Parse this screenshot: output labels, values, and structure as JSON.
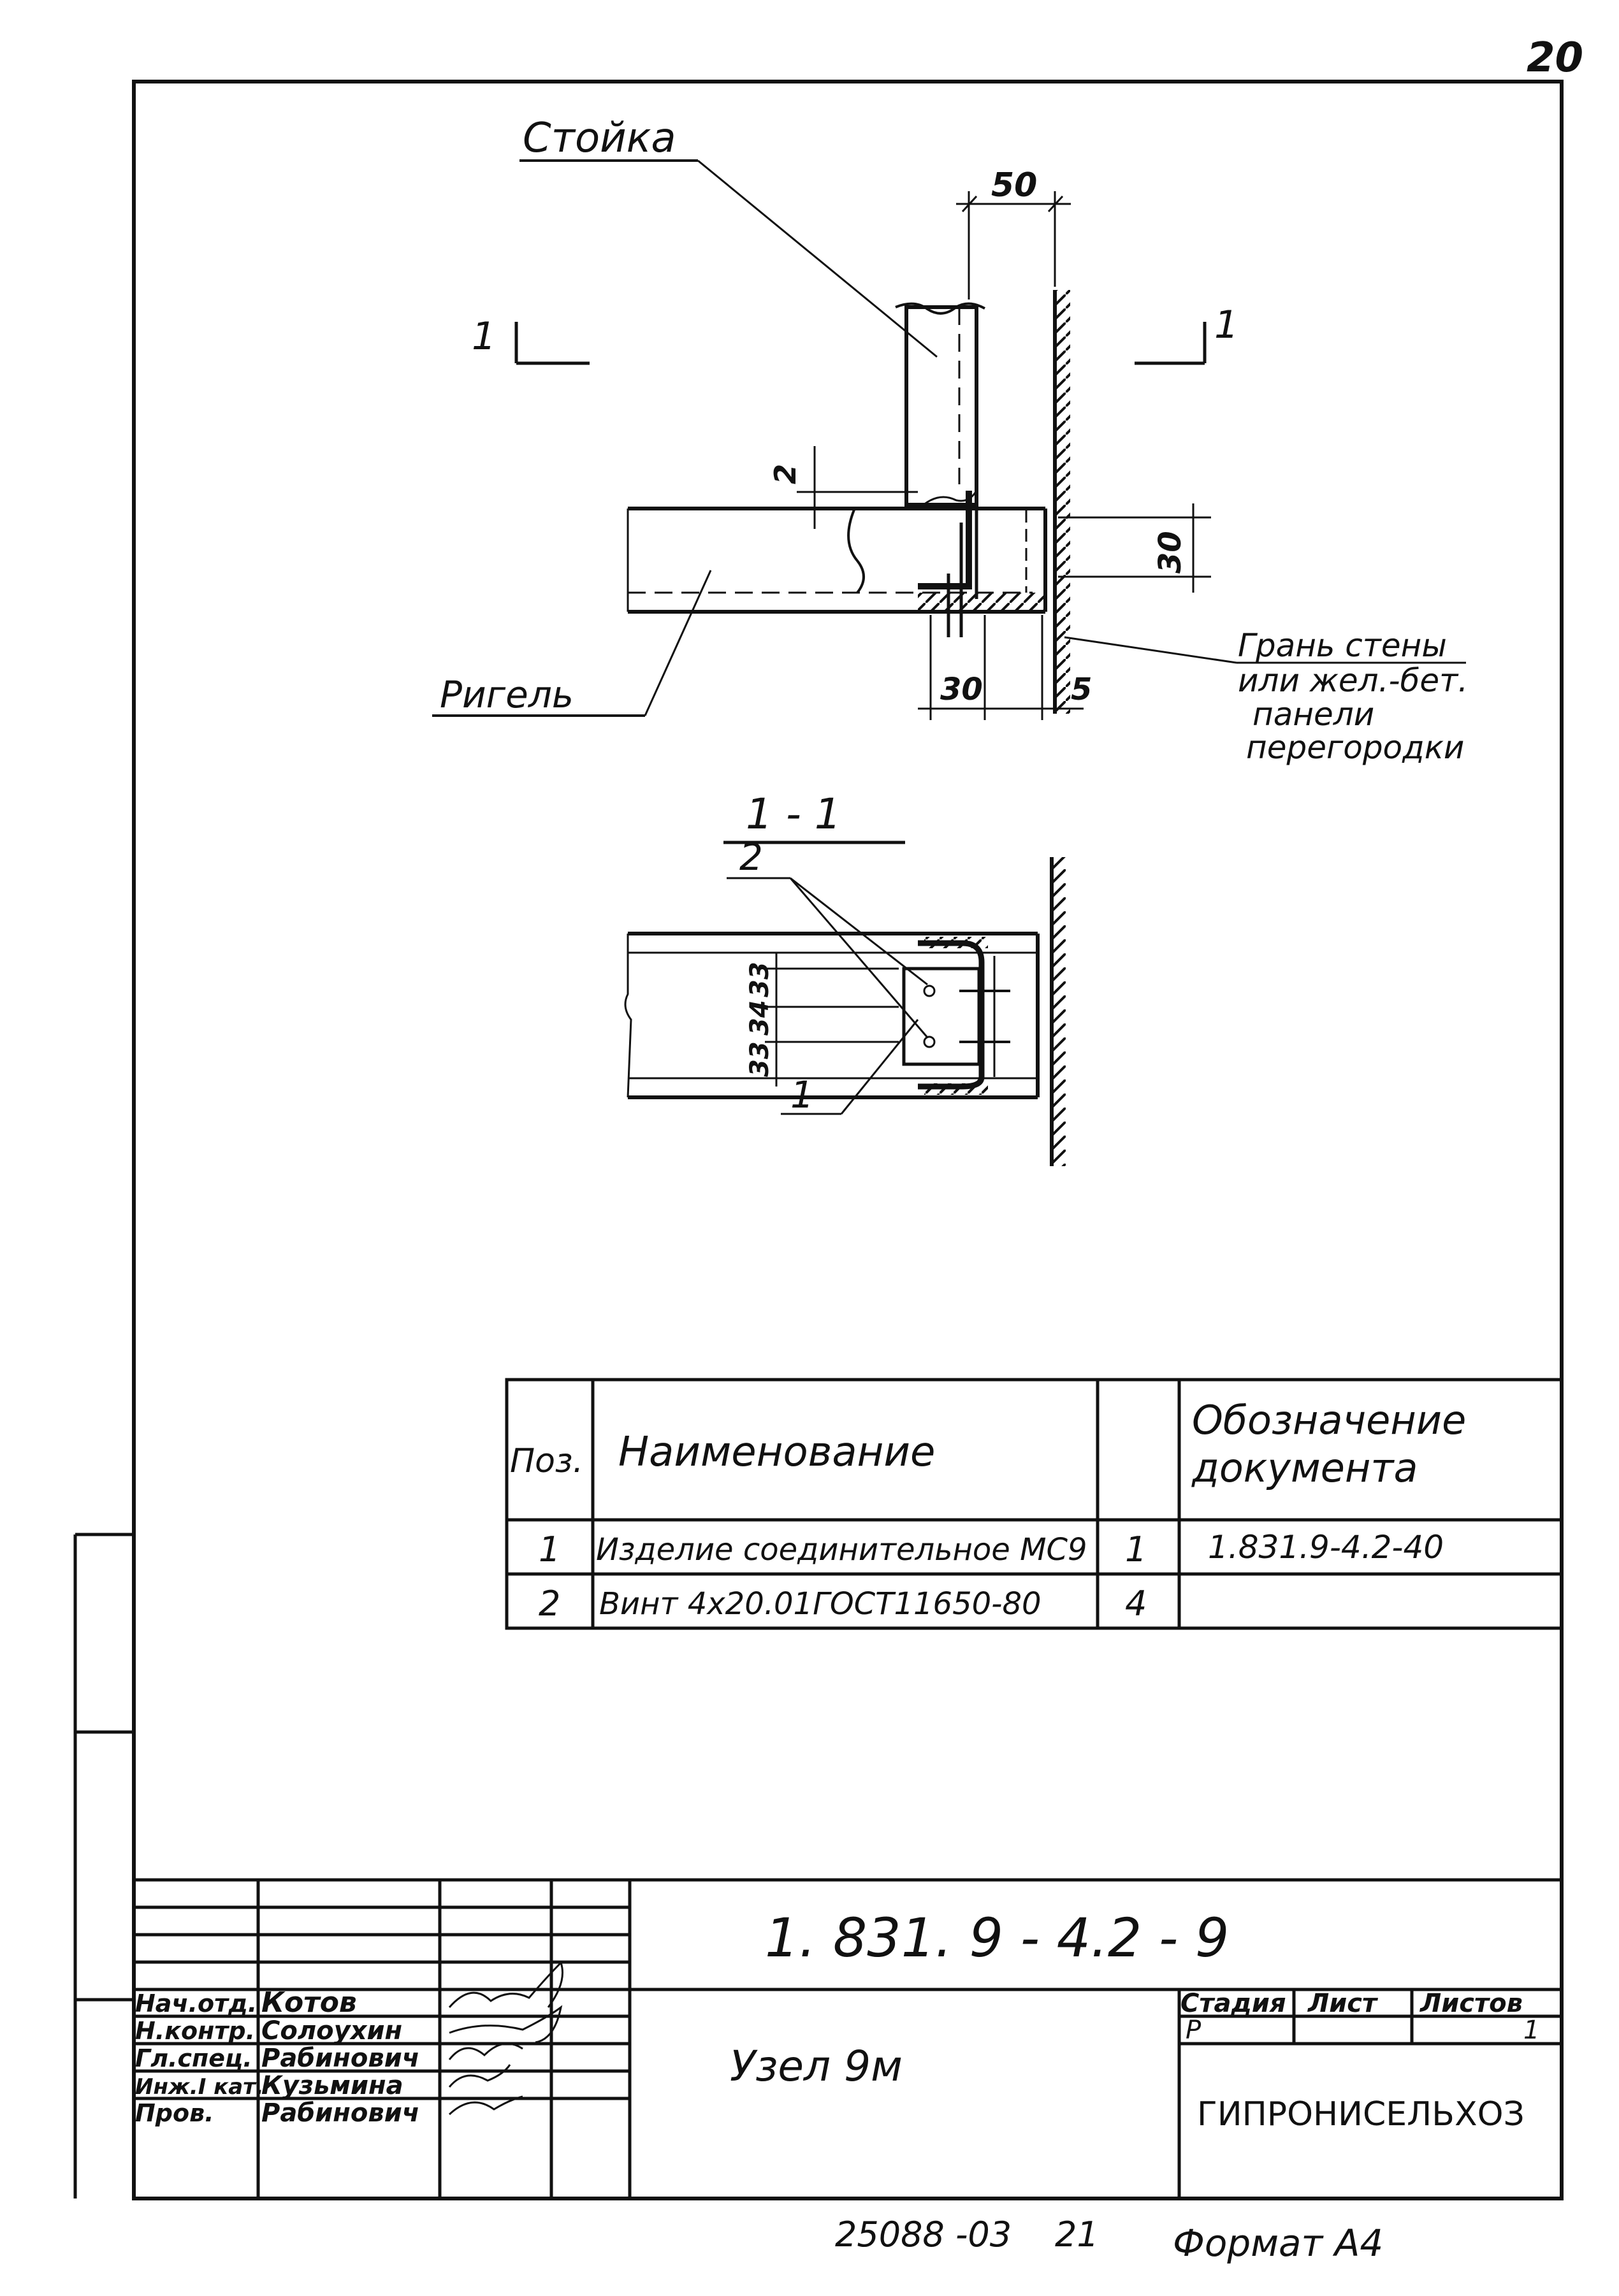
{
  "page_number": "20",
  "drawing": {
    "labels": {
      "stoyka": "Стойка",
      "rigel": "Ригель",
      "wall_note_1": "Грань стены",
      "wall_note_2": "или жел.-бет.",
      "wall_note_3": "панели",
      "wall_note_4": "перегородки",
      "section_mark": "1",
      "section_title": "1 - 1",
      "callout_1": "1",
      "callout_2": "2"
    },
    "dimensions": {
      "d50": "50",
      "d2": "2",
      "d30_right": "30",
      "d30_bottom": "30",
      "d5": "5",
      "d33_top": "33",
      "d34": "34",
      "d33_bottom": "33"
    }
  },
  "spec_table": {
    "headers": {
      "pos": "Поз.",
      "name": "Наименование",
      "qty": "",
      "doc_1": "Обозначение",
      "doc_2": "документа"
    },
    "rows": [
      {
        "pos": "1",
        "name": "Изделие соединительное МС9",
        "qty": "1",
        "doc": "1.831.9-4.2-40"
      },
      {
        "pos": "2",
        "name": "Винт 4х20.01ГОСТ11650-80",
        "qty": "4",
        "doc": ""
      }
    ]
  },
  "title_block": {
    "code": "1. 831. 9 - 4.2 - 9",
    "title": "Узел 9м",
    "stage_label": "Стадия",
    "sheet_label": "Лист",
    "sheets_label": "Листов",
    "stage_value": "Р",
    "sheet_value": "",
    "sheets_value": "1",
    "organization": "ГИПРОНИСЕЛЬХОЗ",
    "signers": [
      {
        "role": "Нач.отд.",
        "name": "Котов"
      },
      {
        "role": "Н.контр.",
        "name": "Солоухин"
      },
      {
        "role": "Гл.спец.",
        "name": "Рабинович"
      },
      {
        "role": "Инж.I кат.",
        "name": "Кузьмина"
      },
      {
        "role": "Пров.",
        "name": "Рабинович"
      }
    ]
  },
  "footer": {
    "inventory": "25088 -03",
    "copy_number": "21",
    "format": "Формат А4"
  }
}
